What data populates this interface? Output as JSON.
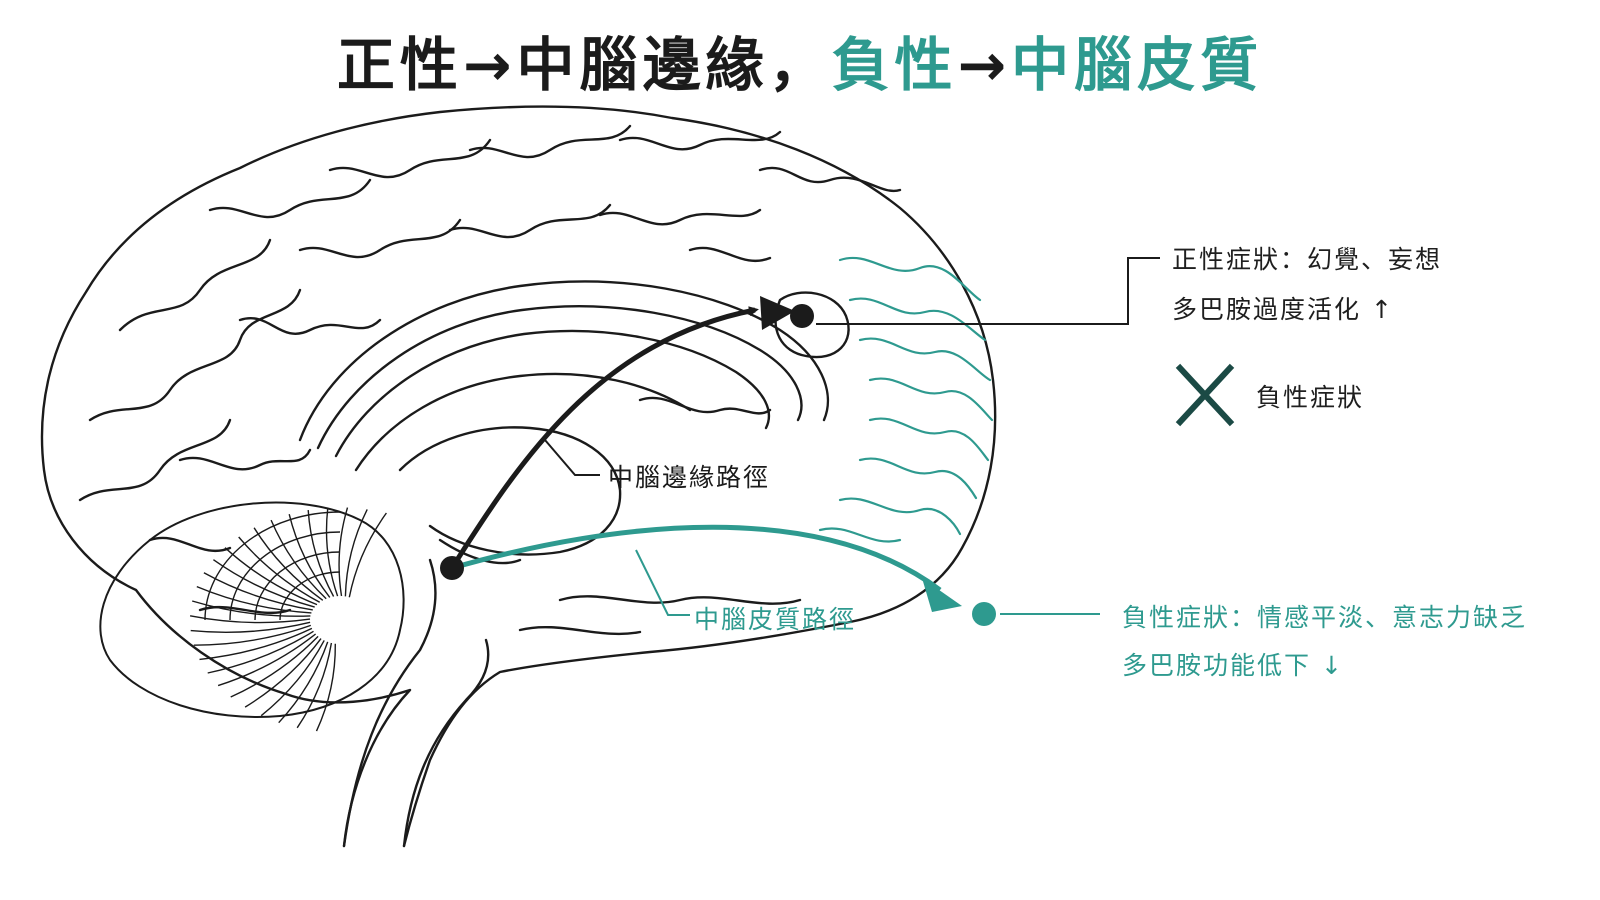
{
  "title": {
    "positive": "正性",
    "arrow1": "→",
    "mesolimbic": "中腦邊緣",
    "comma": "，",
    "negative": "負性",
    "arrow2": "→",
    "mesocortical": "中腦皮質"
  },
  "pathways": {
    "mesolimbic_label": "中腦邊緣路徑",
    "mesocortical_label": "中腦皮質路徑"
  },
  "positive_callout": {
    "line1": "正性症狀：幻覺、妄想",
    "line2": "多巴胺過度活化 ↑",
    "cross_label": "負性症狀"
  },
  "negative_callout": {
    "line1": "負性症狀：情感平淡、意志力缺乏",
    "line2": "多巴胺功能低下 ↓"
  },
  "colors": {
    "dark": "#1b1b1b",
    "teal": "#2e9a8f"
  }
}
